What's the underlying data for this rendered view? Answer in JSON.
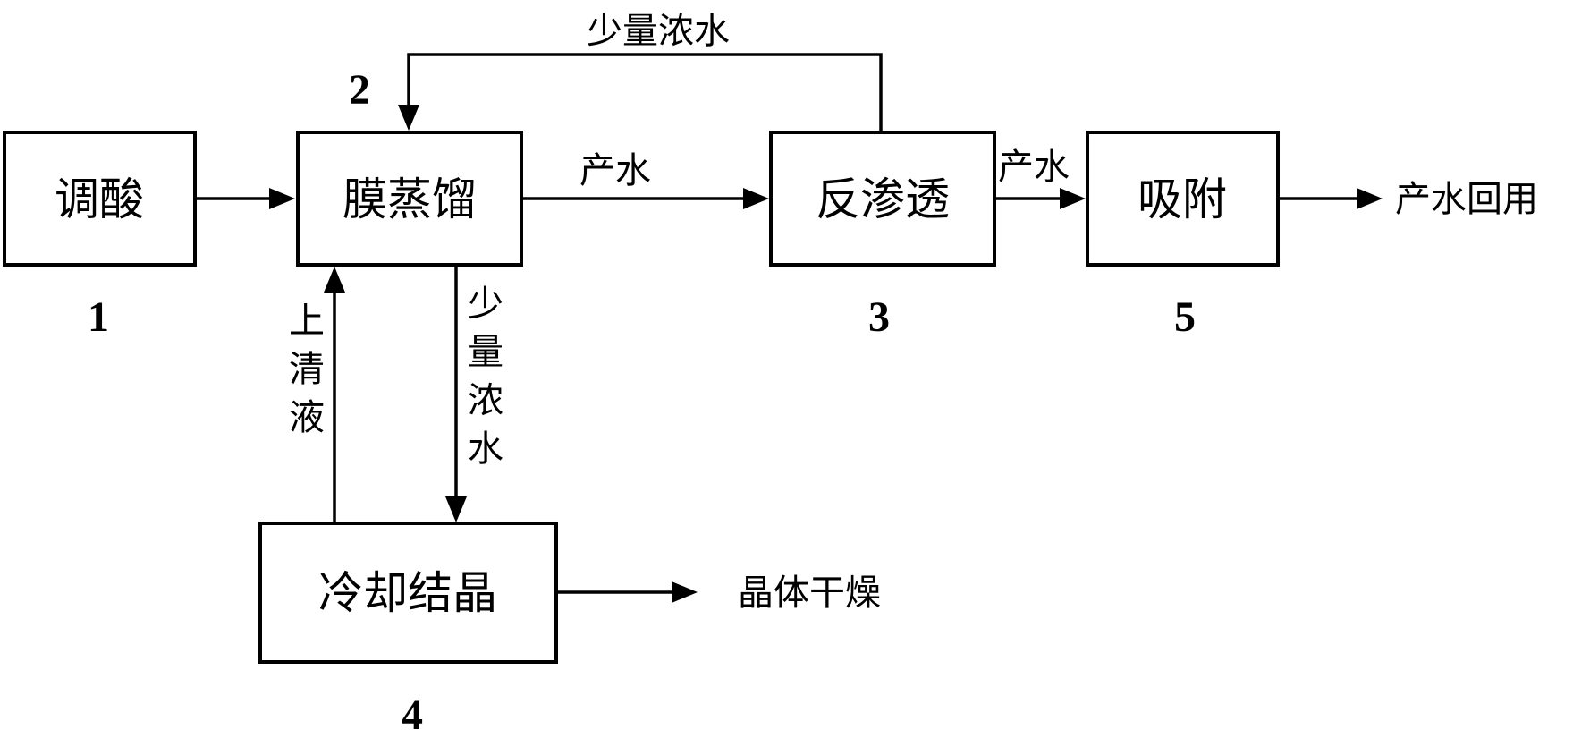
{
  "nodes": {
    "acid_adjust": {
      "label": "调酸",
      "number": "1"
    },
    "membrane_distillation": {
      "label": "膜蒸馏",
      "number": "2"
    },
    "reverse_osmosis": {
      "label": "反渗透",
      "number": "3"
    },
    "cooling_crystallization": {
      "label": "冷却结晶",
      "number": "4"
    },
    "adsorption": {
      "label": "吸附",
      "number": "5"
    }
  },
  "edges": {
    "ro_to_md_label": "少量浓水",
    "md_to_ro_label": "产水",
    "ro_to_adsorption_label": "产水",
    "adsorption_out_label": "产水回用",
    "crystal_out_label": "晶体干燥",
    "supernatant_chars": [
      "上",
      "清",
      "液"
    ],
    "concentrate_chars": [
      "少",
      "量",
      "浓",
      "水"
    ]
  }
}
